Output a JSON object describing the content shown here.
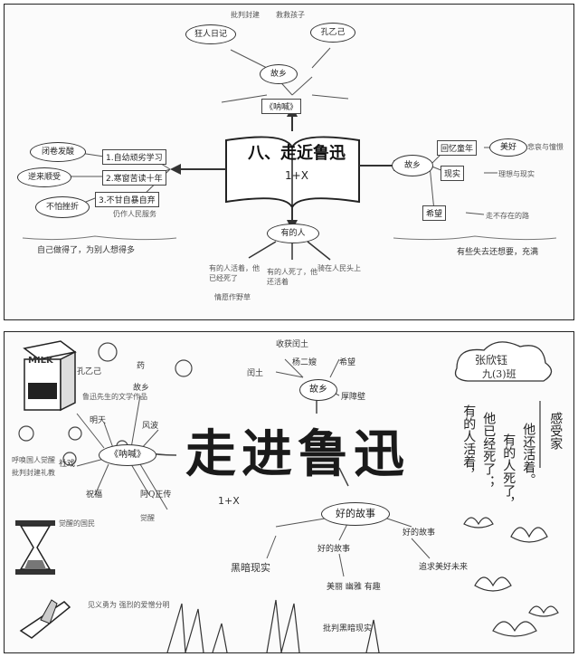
{
  "top_map": {
    "title": "八、走近鲁迅",
    "subtitle": "1+X",
    "center_bottom_node": "有的人",
    "left_branch": {
      "item1": "1.自幼顽劣学习",
      "item2": "2.寒窗苦读十年",
      "item3": "3.不甘自暴自弃",
      "cloud1": "闭卷发酸",
      "cloud2": "逆来顺受",
      "cloud3": "不怕挫折",
      "note1": "仍作人民服务",
      "caption": "自己做得了，为别人想得多"
    },
    "right_branch": {
      "node": "故乡",
      "item1": "回忆童年",
      "item2": "现实",
      "item3": "希望",
      "cloud1": "美好",
      "note1": "悲哀与憧憬",
      "note2": "理想与现实",
      "note3": "走不存在的路",
      "caption": "有些失去还想要，充满"
    },
    "top_branch": {
      "node": "《呐喊》",
      "cloud1": "狂人日记",
      "cloud2": "故乡",
      "cloud3": "孔乙己",
      "note1": "批判封建",
      "note2": "救救孩子"
    },
    "bottom_notes": {
      "n1": "有的人活着，他已经死了",
      "n2": "有的人死了，他还活着",
      "n3": "骑在人民头上",
      "n4": "情愿作野草"
    }
  },
  "bottom_map": {
    "title": "走进鲁迅",
    "subtitle": "1+X",
    "author": "张欣钰",
    "class_label": "九(3)班",
    "feeling_label": "感受家",
    "poem_lines": [
      "有的人活着，",
      "他已经死了；",
      "有的人死了，",
      "他还活着。"
    ],
    "left_node": "《呐喊》",
    "left_items": {
      "a": "孔乙己",
      "b": "药",
      "c": "故乡",
      "d": "风波",
      "e": "明天",
      "f": "社戏",
      "g": "祝福",
      "h": "阿Q正传",
      "note1": "鲁迅先生的文学作品",
      "note2": "呼唤国人觉醒",
      "note3": "批判封建礼教",
      "note4": "觉醒的国民",
      "note5": "觉醒",
      "note6": "见义勇为 强烈的爱憎分明"
    },
    "top_node": "故乡",
    "top_items": {
      "a": "收获闰土",
      "b": "闰土",
      "c": "杨二嫂",
      "d": "希望",
      "e": "厚障壁"
    },
    "bottom_node": "好的故事",
    "bottom_items": {
      "a": "黑暗现实",
      "b": "好的故事",
      "c": "美丽 幽雅 有趣",
      "d": "批判黑暗现实",
      "e": "好的故事",
      "f": "追求美好未来"
    },
    "milk_label": "MILK"
  }
}
